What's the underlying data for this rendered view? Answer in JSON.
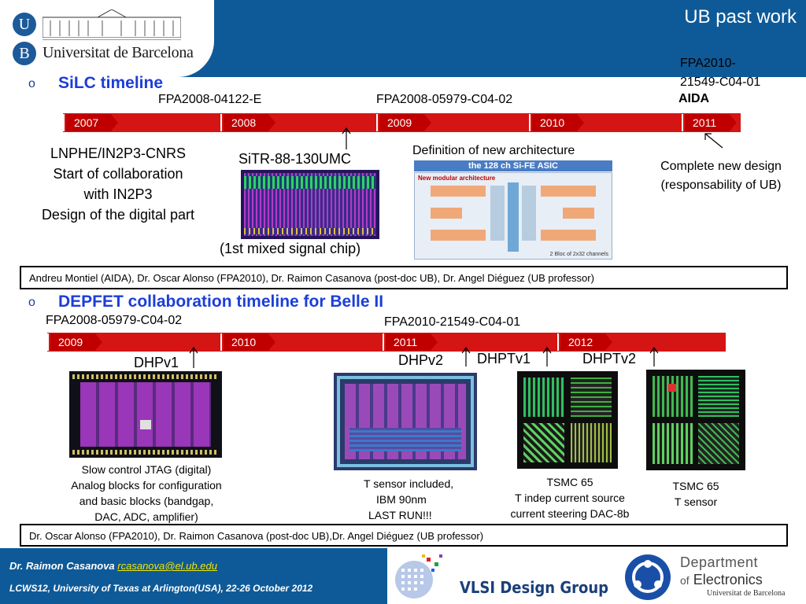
{
  "header": {
    "title": "UB past work",
    "logo_letter_u": "U",
    "logo_letter_b": "B",
    "university": "Universitat de Barcelona"
  },
  "silc": {
    "bullet": "o",
    "heading": "SiLC timeline",
    "fpa_left": "FPA2008-04122-E",
    "fpa_mid": "FPA2008-05979-C04-02",
    "fpa_right_line1": "FPA2010-",
    "fpa_right_line2": "21549-C04-01",
    "fpa_right_aida": "AIDA",
    "years": [
      "2007",
      "2008",
      "2009",
      "2010",
      "2011"
    ],
    "lnphe": [
      "LNPHE/IN2P3-CNRS",
      "Start of collaboration",
      "with IN2P3",
      "Design of the digital part"
    ],
    "sitr_label": "SiTR-88-130UMC",
    "sitr_caption": "(1st mixed signal chip)",
    "arch_label": "Definition of new architecture",
    "arch_title": "the 128 ch Si-FE ASIC",
    "arch_subtitle": "New modular architecture",
    "arch_footer": "2 Bloc of 2x32 channels",
    "complete_design": [
      "Complete new design",
      "(responsability of UB)"
    ],
    "people": "Andreu Montiel (AIDA), Dr. Oscar Alonso (FPA2010), Dr. Raimon Casanova (post-doc UB), Dr. Angel Diéguez (UB professor)"
  },
  "depfet": {
    "bullet": "o",
    "heading": "DEPFET collaboration timeline for Belle II",
    "fpa_left": "FPA2008-05979-C04-02",
    "fpa_right": "FPA2010-21549-C04-01",
    "years": [
      "2009",
      "2010",
      "2011",
      "2012"
    ],
    "dhpv1": "DHPv1",
    "dhpv2": "DHPv2",
    "dhptv1": "DHPTv1",
    "dhptv2": "DHPTv2",
    "dhpv1_desc": [
      "Slow control JTAG (digital)",
      "Analog blocks for configuration",
      "and basic blocks (bandgap,",
      "DAC, ADC, amplifier)"
    ],
    "dhpv2_desc": [
      "T sensor included,",
      "IBM 90nm",
      "LAST RUN!!!"
    ],
    "dhptv1_desc": [
      "TSMC 65",
      "T indep current source",
      "current steering DAC-8b"
    ],
    "dhptv2_desc": [
      "TSMC 65",
      "T sensor"
    ],
    "people": "Dr. Oscar Alonso (FPA2010), Dr. Raimon Casanova (post-doc UB),Dr.  Angel Diéguez (UB professor)"
  },
  "footer": {
    "author": "Dr. Raimon Casanova",
    "email": "rcasanova@el.ub.edu",
    "event": "LCWS12, University of Texas at Arlington(USA), 22-26 October 2012",
    "vlsi": "VLSI Design Group",
    "dept_line1": "Department",
    "dept_of": "of",
    "dept_line2": "Electronics",
    "dept_uni": "Universitat de Barcelona"
  },
  "colors": {
    "header_blue": "#0e5a98",
    "timeline_red": "#d51414",
    "heading_blue": "#1c3ed8",
    "email_yellow": "#f3e500"
  }
}
